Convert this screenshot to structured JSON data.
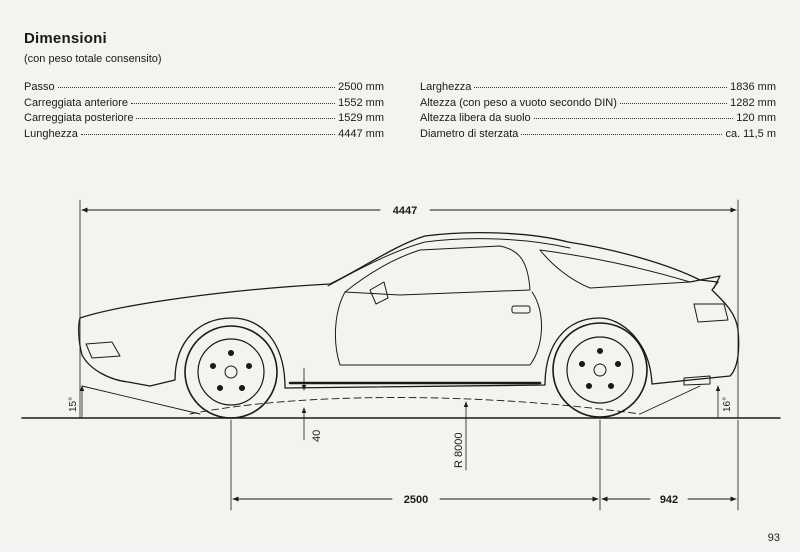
{
  "header": {
    "title": "Dimensioni",
    "subtitle": "(con peso totale consensito)"
  },
  "specs_left": [
    {
      "label": "Passo",
      "value": "2500 mm"
    },
    {
      "label": "Carreggiata anteriore",
      "value": "1552 mm"
    },
    {
      "label": "Carreggiata posteriore",
      "value": "1529 mm"
    },
    {
      "label": "Lunghezza",
      "value": "4447 mm"
    }
  ],
  "specs_right": [
    {
      "label": "Larghezza",
      "value": "1836 mm"
    },
    {
      "label": "Altezza (con peso a vuoto secondo DIN)",
      "value": "1282 mm"
    },
    {
      "label": "Altezza libera da suolo",
      "value": "120 mm"
    },
    {
      "label": "Diametro di sterzata",
      "value": "ca. 11,5 m"
    }
  ],
  "dimensions": {
    "overall_length": "4447",
    "wheelbase": "2500",
    "rear_overhang": "942",
    "ground_clearance": "40",
    "ramp_radius": "R 8000",
    "approach_angle": "15°",
    "departure_angle": "16°"
  },
  "page_number": "93"
}
